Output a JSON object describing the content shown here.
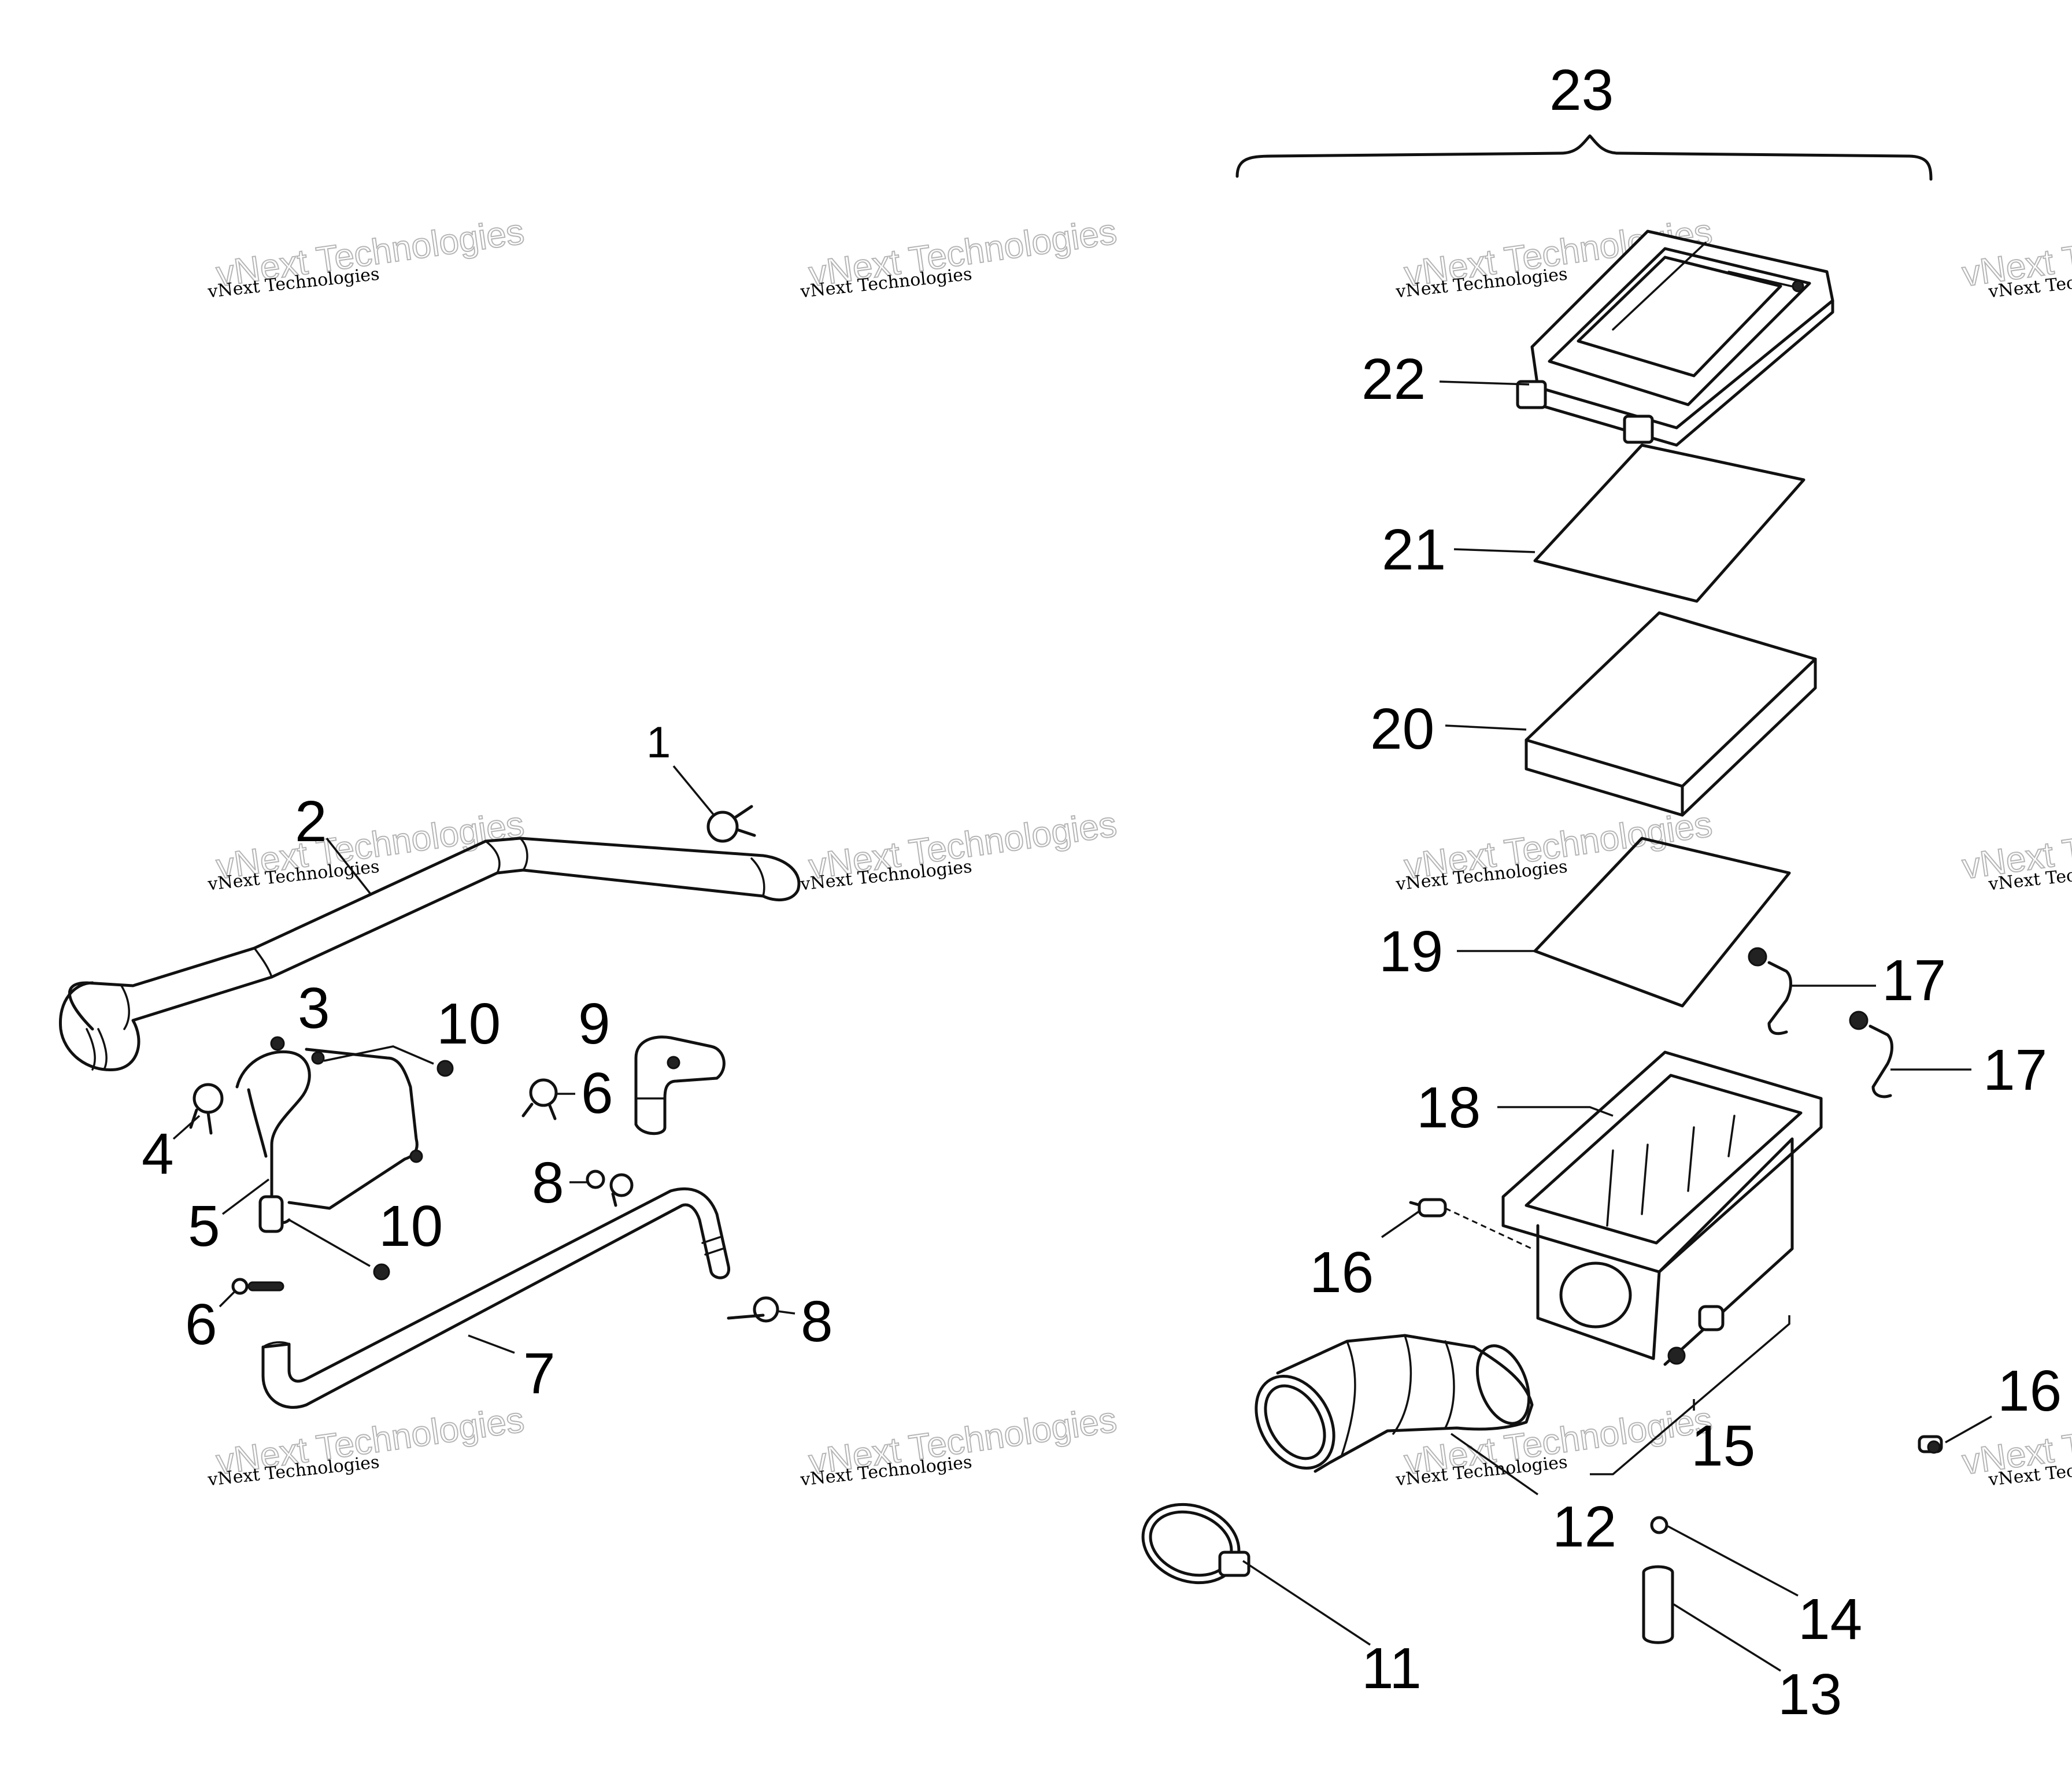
{
  "watermark": "vNext Technologies",
  "callouts": {
    "c1": "1",
    "c2": "2",
    "c3": "3",
    "c4": "4",
    "c5": "5",
    "c6a": "6",
    "c6b": "6",
    "c7": "7",
    "c8a": "8",
    "c8b": "8",
    "c9": "9",
    "c10a": "10",
    "c10b": "10",
    "c11": "11",
    "c12": "12",
    "c13": "13",
    "c14": "14",
    "c15": "15",
    "c16a": "16",
    "c16b": "16",
    "c17a": "17",
    "c17b": "17",
    "c18": "18",
    "c19": "19",
    "c20": "20",
    "c21": "21",
    "c22": "22",
    "c23": "23"
  }
}
